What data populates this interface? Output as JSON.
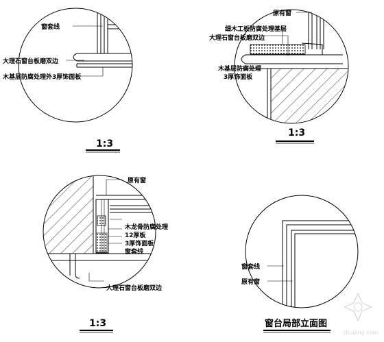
{
  "details": {
    "d1": {
      "scale": "1:3",
      "labels": [
        "窗套线",
        "大理石窗台板磨双边",
        "木基层防腐处理外3厚饰面板"
      ]
    },
    "d2": {
      "scale": "1:3",
      "labels": [
        "原有窗",
        "细木工板防腐处理基层",
        "大理石窗台板磨双边",
        "木基层防腐处理",
        "3厚饰面板"
      ]
    },
    "d3": {
      "scale": "1:3",
      "labels": [
        "原有窗",
        "木龙骨防腐处理",
        "12厚板",
        "3厚饰面板",
        "窗套线",
        "大理石窗台板磨双边"
      ]
    },
    "d4": {
      "title": "窗台局部立面图",
      "labels": [
        "窗套线",
        "原有窗"
      ]
    }
  },
  "watermark": "zhulong.com"
}
